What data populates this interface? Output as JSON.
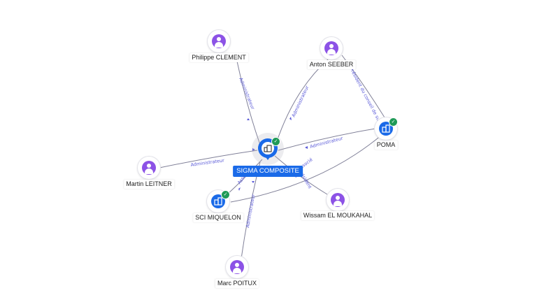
{
  "center": {
    "name": "SIGMA COMPOSITE",
    "icon": "building-icon",
    "verified": true
  },
  "people": [
    {
      "id": "philippe",
      "name": "Philippe CLEMENT"
    },
    {
      "id": "anton",
      "name": "Anton SEEBER"
    },
    {
      "id": "martin",
      "name": "Martin LEITNER"
    },
    {
      "id": "wissam",
      "name": "Wissam EL MOUKAHAL"
    },
    {
      "id": "marc",
      "name": "Marc POITUX"
    }
  ],
  "companies": [
    {
      "id": "poma",
      "name": "POMA",
      "verified": true
    },
    {
      "id": "sci",
      "name": "SCI MIQUELON",
      "verified": true
    }
  ],
  "edge_labels": {
    "philippe": "Administrateur",
    "anton": "Administrateur",
    "martin": "Administrateur",
    "marc": "Administrateur",
    "poma": "Administrateur",
    "sci": "Associé",
    "wissam": "Président",
    "poma_sci": "Associé",
    "anton_poma": "Président du conseil de surveillance"
  },
  "colors": {
    "accent": "#1a6ae8",
    "person": "#8c52e6",
    "verified": "#1f9a57",
    "edge_label": "#5a5ad8"
  }
}
